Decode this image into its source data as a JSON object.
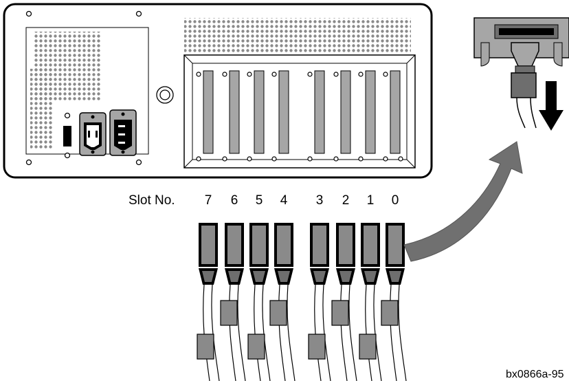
{
  "slot_label": "Slot No.",
  "slots": [
    "7",
    "6",
    "5",
    "4",
    "3",
    "2",
    "1",
    "0"
  ],
  "figure_id": "bx0866a-95",
  "colors": {
    "panel_gray": "#a6a6a6",
    "dark_gray": "#6e6e6e",
    "arrow_gray": "#707070",
    "line": "#000000",
    "background": "#ffffff"
  },
  "icons": {
    "power": "power-inlet-icon",
    "switch": "power-switch-icon",
    "knob": "knob-icon",
    "arrow": "pull-down-arrow-icon"
  }
}
